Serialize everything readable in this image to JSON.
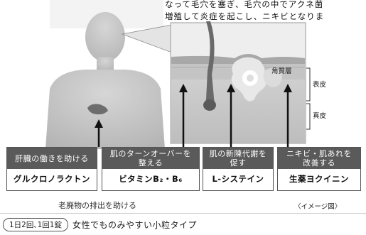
{
  "intro_text": {
    "line1": "なって毛穴を塞ぎ、毛穴の中でアクネ菌",
    "line2": "増殖して炎症を起こし、ニキビとなりま"
  },
  "skin_labels": {
    "stratum_corneum": "角質層",
    "epidermis": "表皮",
    "dermis": "真皮"
  },
  "ingredients": [
    {
      "effect_line1": "肝臓の働きを助ける",
      "effect_line2": "",
      "name": "グルクロノラクトン"
    },
    {
      "effect_line1": "肌のターンオーバーを",
      "effect_line2": "整える",
      "name": "ビタミンB₂・B₆"
    },
    {
      "effect_line1": "肌の新陳代謝を",
      "effect_line2": "促す",
      "name": "L-システイン"
    },
    {
      "effect_line1": "ニキビ・肌あれを",
      "effect_line2": "改善する",
      "name": "生薬ヨクイニン"
    }
  ],
  "bottom_note": "老廃物の排出を助ける",
  "image_caption": "〈イメージ図〉",
  "dosage_badge": "1日2回､1回1錠",
  "dosage_text": "女性でものみやすい小粒タイプ",
  "colors": {
    "header_bg": "#5a5a5a",
    "arrow": "#111111",
    "figure": "#bdbdbd"
  }
}
